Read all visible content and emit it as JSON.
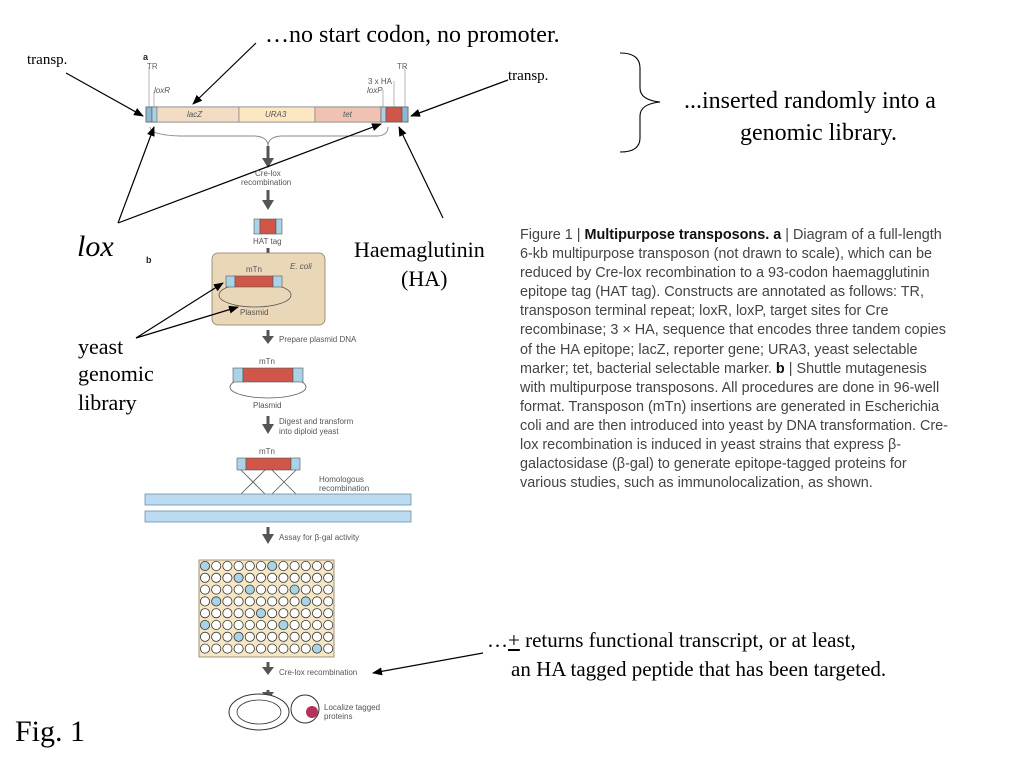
{
  "annotations": {
    "no_start": "…no start codon, no promoter.",
    "transp_left": "transp.",
    "transp_right": "transp.",
    "inserted_1": "...inserted randomly into a",
    "inserted_2": "genomic library.",
    "lox": "lox",
    "haem_1": "Haemaglutinin",
    "haem_2": "(HA)",
    "yeast_1": "yeast",
    "yeast_2": "genomic",
    "yeast_3": "library",
    "returns_prefix": "…",
    "returns_pm": "+",
    "returns_1": " returns functional transcript, or at least,",
    "returns_2": "an HA tagged peptide that has been targeted.",
    "fig": "Fig. 1"
  },
  "diagram": {
    "panel_a": "a",
    "panel_b": "b",
    "tr_left": "TR",
    "tr_right": "TR",
    "loxR": "loxR",
    "loxP": "loxP",
    "ha3": "3 x HA",
    "lacZ": "lacZ",
    "ura3": "URA3",
    "tet": "tet",
    "cre_1": "Cre-lox",
    "cre_2": "recombination",
    "hat_tag": "HAT tag",
    "mtn_1": "mTn",
    "ecoli": "E. coli",
    "plasmid_1": "Plasmid",
    "prepare": "Prepare plasmid DNA",
    "mtn_2": "mTn",
    "plasmid_2": "Plasmid",
    "digest_1": "Digest and transform",
    "digest_2": "into diploid yeast",
    "mtn_3": "mTn",
    "homol_1": "Homologous",
    "homol_2": "recombination",
    "assay": "Assay for β-gal activity",
    "cre_lox_2": "Cre-lox recombination",
    "localize_1": "Localize tagged",
    "localize_2": "proteins"
  },
  "caption": {
    "figure_label": "Figure 1 | ",
    "title": "Multipurpose transposons.",
    "a_label": " a",
    "text_1": " | Diagram of a full-length 6-kb multipurpose transposon (not drawn to scale), which can be reduced by Cre-lox recombination to a 93-codon haemagglutinin epitope tag (HAT tag). Constructs are annotated as follows: TR, transposon terminal repeat; loxR, loxP, target sites for Cre recombinase; 3 × HA, sequence that encodes three tandem copies of the HA epitope; lacZ, reporter gene; URA3, yeast selectable marker; tet, bacterial selectable marker.",
    "b_label": " b",
    "text_2": " | Shuttle mutagenesis with multipurpose transposons. All procedures are done in 96-well format. Transposon (mTn) insertions are generated in Escherichia coli and are then introduced into yeast by DNA transformation. Cre-lox recombination is induced in yeast strains that express β-galactosidase (β-gal) to generate epitope-tagged proteins for various studies, such as immunolocalization, as shown."
  },
  "colors": {
    "lacZ": "#f3dcc4",
    "ura3": "#fbe8c2",
    "tet": "#f0c2b4",
    "ha": "#d0564a",
    "blue_segment": "#a9d4e8",
    "ecoli_box": "#ead7b7",
    "chromosome": "#bcdaf0",
    "plate": "#f6e7c4",
    "arrow": "#555555"
  }
}
